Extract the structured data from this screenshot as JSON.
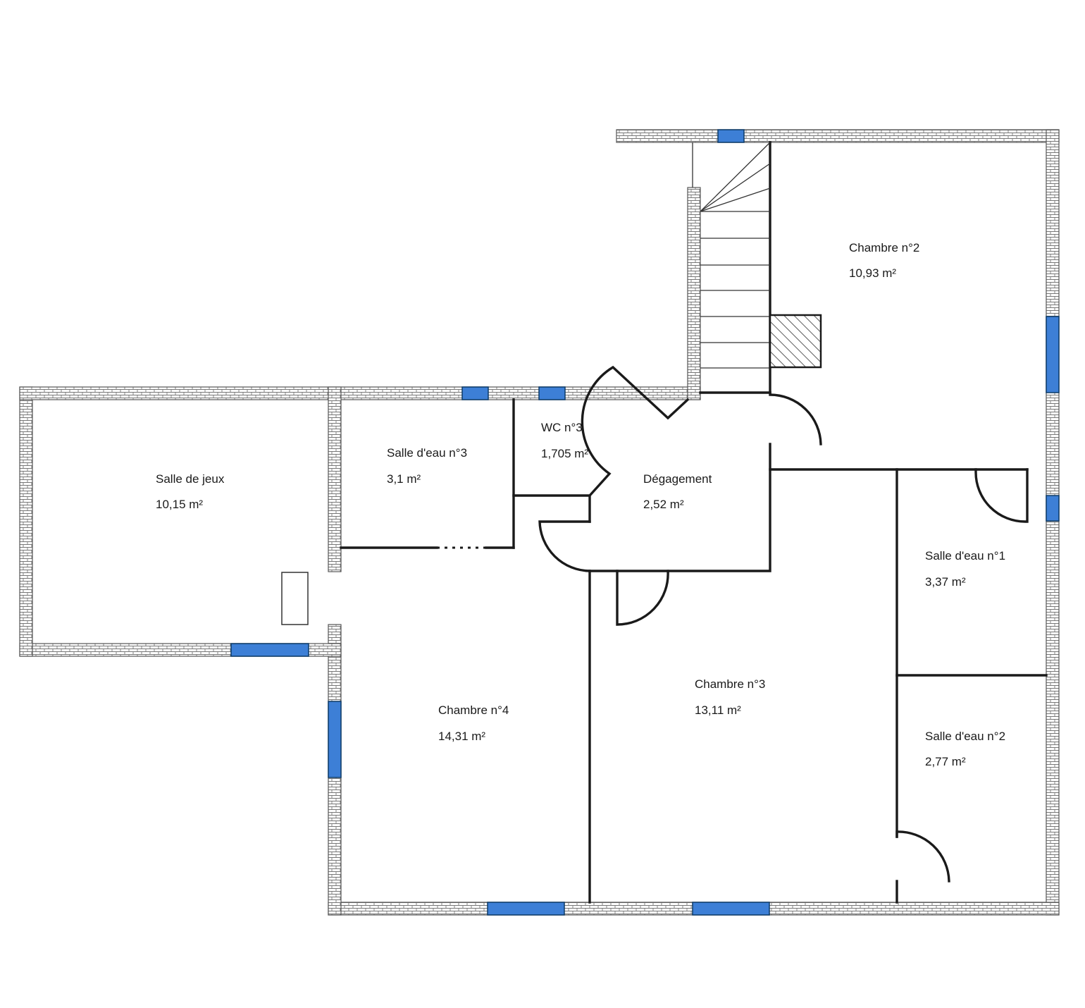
{
  "colors": {
    "window": "#3d7fd6",
    "wall_line": "#555555",
    "background": "#ffffff",
    "chimney_hatch": "#333333"
  },
  "rooms": [
    {
      "name": "Chambre n°2",
      "area": "10,93  m²"
    },
    {
      "name": "Salle de jeux",
      "area": "10,15  m²"
    },
    {
      "name": "Salle d'eau n°3",
      "area": "3,1  m²"
    },
    {
      "name": "WC n°3",
      "area": "1,705  m²"
    },
    {
      "name": "Dégagement",
      "area": "2,52  m²"
    },
    {
      "name": "Salle d'eau n°1",
      "area": "3,37  m²"
    },
    {
      "name": "Chambre n°3",
      "area": "13,11  m²"
    },
    {
      "name": "Chambre n°4",
      "area": "14,31  m²"
    },
    {
      "name": "Salle d'eau n°2",
      "area": "2,77  m²"
    }
  ]
}
